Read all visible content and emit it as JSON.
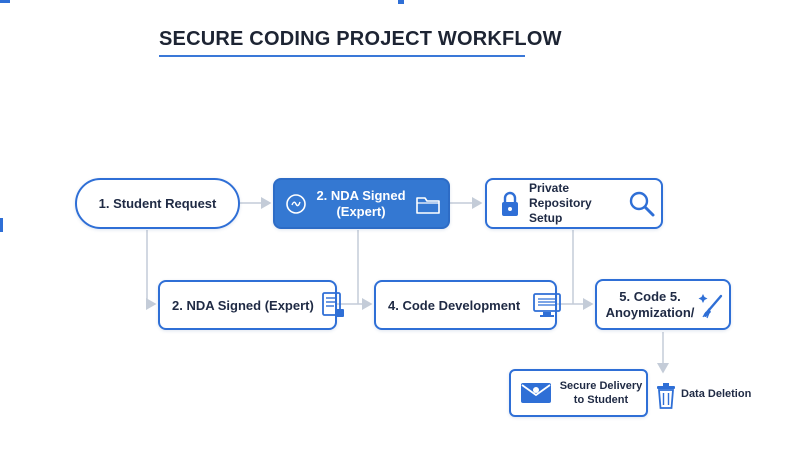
{
  "diagram": {
    "title": "SECURE CODING PROJECT WORKFLOW",
    "nodes": {
      "student_request": "1. Student Request",
      "nda_signed_top": "2. NDA Signed (Expert)",
      "private_repo": "Private Repository Setup",
      "nda_signed_mid": "2. NDA Signed (Expert)",
      "code_development": "4. Code Development",
      "code_anonymization": "5. Code 5. Anoymization/",
      "secure_delivery": "Secure Delivery to Student",
      "data_deletion": "Data Deletion"
    },
    "colors": {
      "accent": "#2f6fd6",
      "filled_node": "#3478d2",
      "connector": "#c4ccd8",
      "text": "#1f2a44"
    },
    "icons": [
      "folder-icon",
      "badge-icon",
      "lock-icon",
      "magnifier-icon",
      "document-icon",
      "monitor-icon",
      "wand-icon",
      "envelope-icon",
      "trash-icon"
    ]
  }
}
